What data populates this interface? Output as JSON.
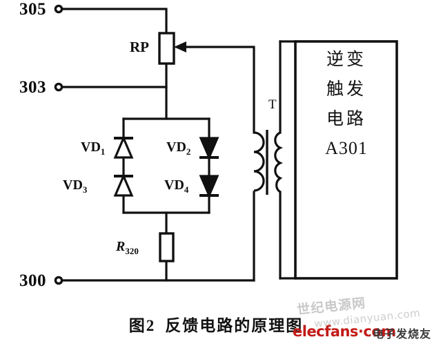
{
  "figure": {
    "caption_number": "图2",
    "caption_text": "反馈电路的原理图"
  },
  "terminals": [
    {
      "id": "305",
      "label": "305"
    },
    {
      "id": "303",
      "label": "303"
    },
    {
      "id": "300",
      "label": "300"
    }
  ],
  "components": {
    "potentiometer": {
      "ref": "RP",
      "label": "RP"
    },
    "resistor": {
      "ref": "R320",
      "label": "R",
      "subscript": "320"
    },
    "transformer": {
      "ref": "T",
      "label": "T"
    },
    "diodes": [
      {
        "ref": "VD1",
        "label": "VD",
        "subscript": "1",
        "orientation": "up"
      },
      {
        "ref": "VD2",
        "label": "VD",
        "subscript": "2",
        "orientation": "down"
      },
      {
        "ref": "VD3",
        "label": "VD",
        "subscript": "3",
        "orientation": "up"
      },
      {
        "ref": "VD4",
        "label": "VD",
        "subscript": "4",
        "orientation": "down"
      }
    ]
  },
  "block": {
    "lines": [
      "逆变",
      "触发",
      "电路"
    ],
    "code": "A301"
  },
  "watermarks": {
    "gray_cn": "世纪电源网",
    "gray_url": "www.dianyuan.com",
    "red_site": "elecfans·com",
    "red_cn": "电子发烧友"
  },
  "colors": {
    "line": "#111111",
    "background": "#ffffff",
    "watermark_red": "#c21a17",
    "watermark_gray": "#c9c9c9"
  }
}
